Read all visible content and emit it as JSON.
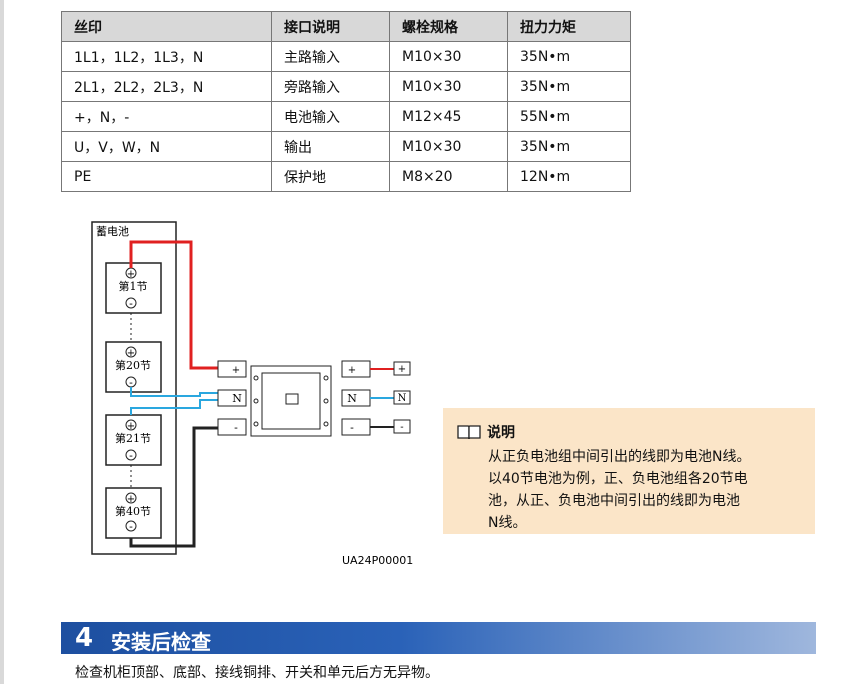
{
  "table": {
    "headers": [
      "丝印",
      "接口说明",
      "螺栓规格",
      "扭力力矩"
    ],
    "rows": [
      [
        "1L1，1L2，1L3，N",
        "主路输入",
        "M10×30",
        "35N•m"
      ],
      [
        "2L1，2L2，2L3，N",
        "旁路输入",
        "M10×30",
        "35N•m"
      ],
      [
        "+，N，-",
        "电池输入",
        "M12×45",
        "55N•m"
      ],
      [
        "U，V，W，N",
        "输出",
        "M10×30",
        "35N•m"
      ],
      [
        "PE",
        "保护地",
        "M8×20",
        "12N•m"
      ]
    ]
  },
  "diagram": {
    "battery_label": "蓄电池",
    "cells": [
      "第1节",
      "第20节",
      "第21节",
      "第40节"
    ],
    "terminals": {
      "plus": "+",
      "n": "N",
      "minus": "-"
    },
    "code": "UA24P00001",
    "colors": {
      "positive": "#e02020",
      "neutral": "#2aa7df",
      "negative": "#222222"
    }
  },
  "note": {
    "title": "说明",
    "lines": [
      "从正负电池组中间引出的线即为电池N线。",
      "以40节电池为例，正、负电池组各20节电",
      "池，从正、负电池中间引出的线即为电池",
      "N线。"
    ]
  },
  "section": {
    "number": "4",
    "title": "安装后检查"
  },
  "body": {
    "text": "检查机柜顶部、底部、接线铜排、开关和单元后方无异物。"
  }
}
